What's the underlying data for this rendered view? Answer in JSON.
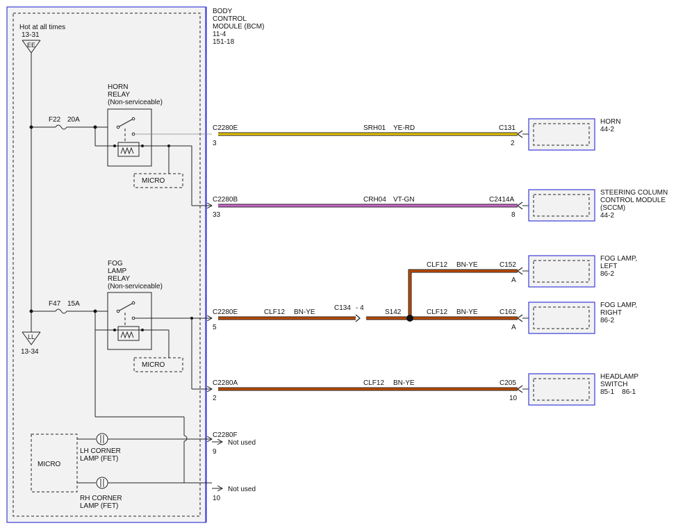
{
  "bcm": {
    "title_lines": [
      "BODY",
      "CONTROL",
      "MODULE (BCM)",
      "11-4",
      "151-18"
    ],
    "hot_label": "Hot at all times",
    "hot_ref_top": "13-31",
    "ee_label": "EE",
    "ll_label": "LL",
    "ground_ref": "13-34"
  },
  "fuses": [
    {
      "name": "F22",
      "rating": "20A"
    },
    {
      "name": "F47",
      "rating": "15A"
    }
  ],
  "relays": {
    "horn": [
      "HORN",
      "RELAY",
      "(Non-serviceable)"
    ],
    "fog": [
      "FOG",
      "LAMP",
      "RELAY",
      "(Non-serviceable)"
    ]
  },
  "micro_label": "MICRO",
  "corner_lamps": {
    "lh": [
      "LH CORNER",
      "LAMP (FET)"
    ],
    "rh": [
      "RH CORNER",
      "LAMP (FET)"
    ]
  },
  "wires": {
    "horn": {
      "connector": "C2280E",
      "pin": "3",
      "circuit": "SRH01",
      "color": "YE-RD",
      "far_connector": "C131",
      "far_pin": "2",
      "hex": "#e8c400"
    },
    "sccm": {
      "connector": "C2280B",
      "pin": "33",
      "circuit": "CRH04",
      "color": "VT-GN",
      "far_connector": "C2414A",
      "far_pin": "8",
      "hex": "#cc66cc"
    },
    "fog_main": {
      "connector": "C2280E",
      "pin": "5",
      "circuit": "CLF12",
      "color": "BN-YE",
      "inline_connector": "C134",
      "inline_pin": "- 4",
      "splice": "S142",
      "hex": "#c04a00"
    },
    "fog_left": {
      "circuit": "CLF12",
      "color": "BN-YE",
      "far_connector": "C152",
      "far_pin": "A"
    },
    "fog_right": {
      "circuit": "CLF12",
      "color": "BN-YE",
      "far_connector": "C162",
      "far_pin": "A"
    },
    "headlamp": {
      "connector": "C2280A",
      "pin": "2",
      "circuit": "CLF12",
      "color": "BN-YE",
      "far_connector": "C205",
      "far_pin": "10"
    }
  },
  "not_used": {
    "connector": "C2280F",
    "pin_a": "9",
    "pin_b": "10",
    "label": "Not used"
  },
  "components": {
    "horn": [
      "HORN",
      "44-2"
    ],
    "sccm": [
      "STEERING COLUMN",
      "CONTROL MODULE",
      "(SCCM)",
      "44-2"
    ],
    "fog_left": [
      "FOG LAMP,",
      "LEFT",
      "86-2"
    ],
    "fog_right": [
      "FOG LAMP,",
      "RIGHT",
      "86-2"
    ],
    "headlamp_switch": [
      "HEADLAMP",
      "SWITCH",
      "85-1    86-1"
    ]
  }
}
